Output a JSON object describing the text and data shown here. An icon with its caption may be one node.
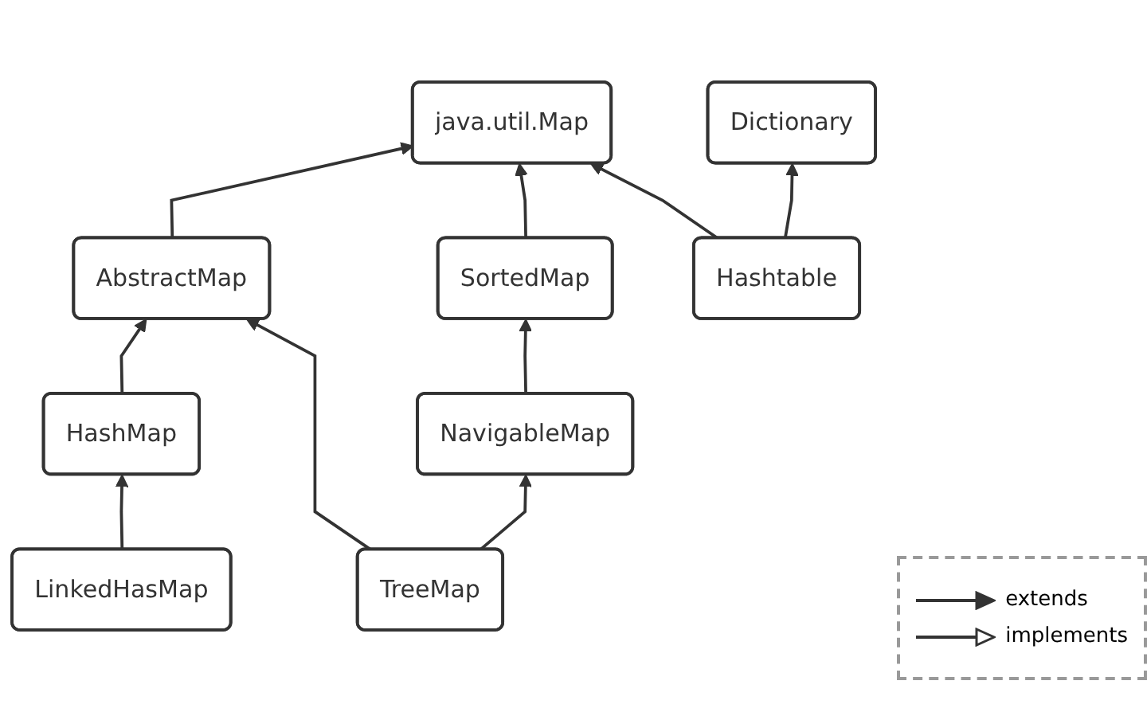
{
  "diagram": {
    "nodes": [
      {
        "text": [
          "java.util.Map"
        ]
      },
      {
        "text": [
          "Dictionary"
        ]
      },
      {
        "text": [
          "AbstractMap"
        ]
      },
      {
        "text": [
          "SortedMap"
        ]
      },
      {
        "text": [
          "Hashtable"
        ]
      },
      {
        "text": [
          "HashMap"
        ]
      },
      {
        "text": [
          "NavigableMap"
        ]
      },
      {
        "text": [
          "LinkedHasMap"
        ]
      },
      {
        "text": [
          "TreeMap"
        ]
      }
    ],
    "edges": [
      {
        "from": 2,
        "to": 0,
        "arrow": "to"
      },
      {
        "from": 3,
        "to": 0,
        "arrow": "to"
      },
      {
        "from": 4,
        "to": 0,
        "arrow": "to"
      },
      {
        "from": 4,
        "to": 1,
        "arrow": "to"
      },
      {
        "from": 5,
        "to": 2,
        "arrow": "to"
      },
      {
        "from": 8,
        "to": 2,
        "arrow": "to"
      },
      {
        "from": 6,
        "to": 3,
        "arrow": "to"
      },
      {
        "from": 7,
        "to": 5,
        "arrow": "to"
      },
      {
        "from": 8,
        "to": 6,
        "arrow": "to"
      }
    ],
    "legend": [
      {
        "text": "extends"
      },
      {
        "text": "implements"
      }
    ]
  }
}
